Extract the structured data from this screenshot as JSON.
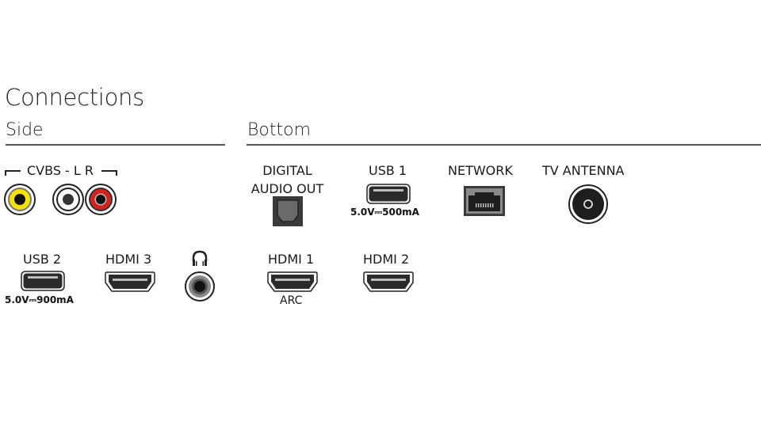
{
  "title": "Connections",
  "sections": {
    "side": {
      "heading": "Side"
    },
    "bottom": {
      "heading": "Bottom"
    }
  },
  "side_ports": {
    "cvbs": {
      "label": "CVBS - L R",
      "jacks": [
        "video-yellow",
        "audio-left-white",
        "audio-right-red"
      ]
    },
    "usb2": {
      "label": "USB 2",
      "spec": "5.0V⎓900mA"
    },
    "hdmi3": {
      "label": "HDMI 3"
    },
    "headphone": {
      "icon": "headphones-icon"
    }
  },
  "bottom_ports": {
    "digital_audio_out": {
      "label_line1": "DIGITAL",
      "label_line2": "AUDIO OUT"
    },
    "usb1": {
      "label": "USB 1",
      "spec": "5.0V⎓500mA"
    },
    "network": {
      "label": "NETWORK"
    },
    "tv_antenna": {
      "label": "TV ANTENNA"
    },
    "hdmi1": {
      "label": "HDMI 1",
      "sublabel": "ARC"
    },
    "hdmi2": {
      "label": "HDMI 2"
    }
  },
  "colors": {
    "yellow": "#f2e10a",
    "red": "#d4231e",
    "white": "#ffffff",
    "port_dark": "#2b2b2b"
  }
}
